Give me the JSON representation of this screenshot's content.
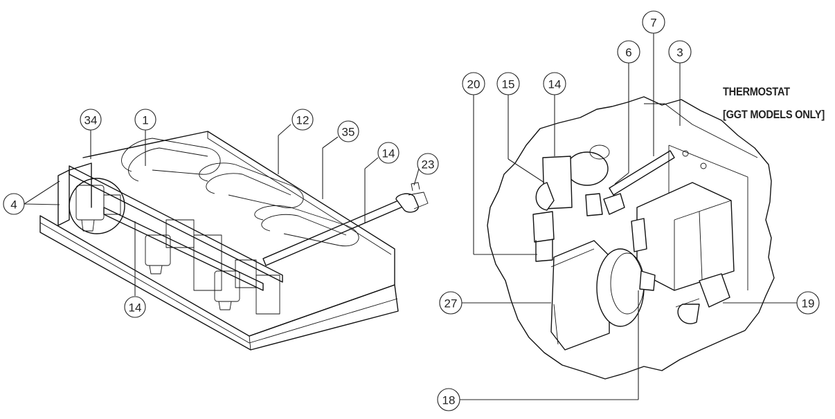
{
  "note": {
    "line1": "THERMOSTAT",
    "line2": "[GGT MODELS ONLY]"
  },
  "left_callouts": [
    "34",
    "1",
    "12",
    "35",
    "14",
    "23",
    "4",
    "14"
  ],
  "right_callouts": [
    "7",
    "6",
    "3",
    "20",
    "15",
    "14",
    "27",
    "19",
    "18"
  ]
}
